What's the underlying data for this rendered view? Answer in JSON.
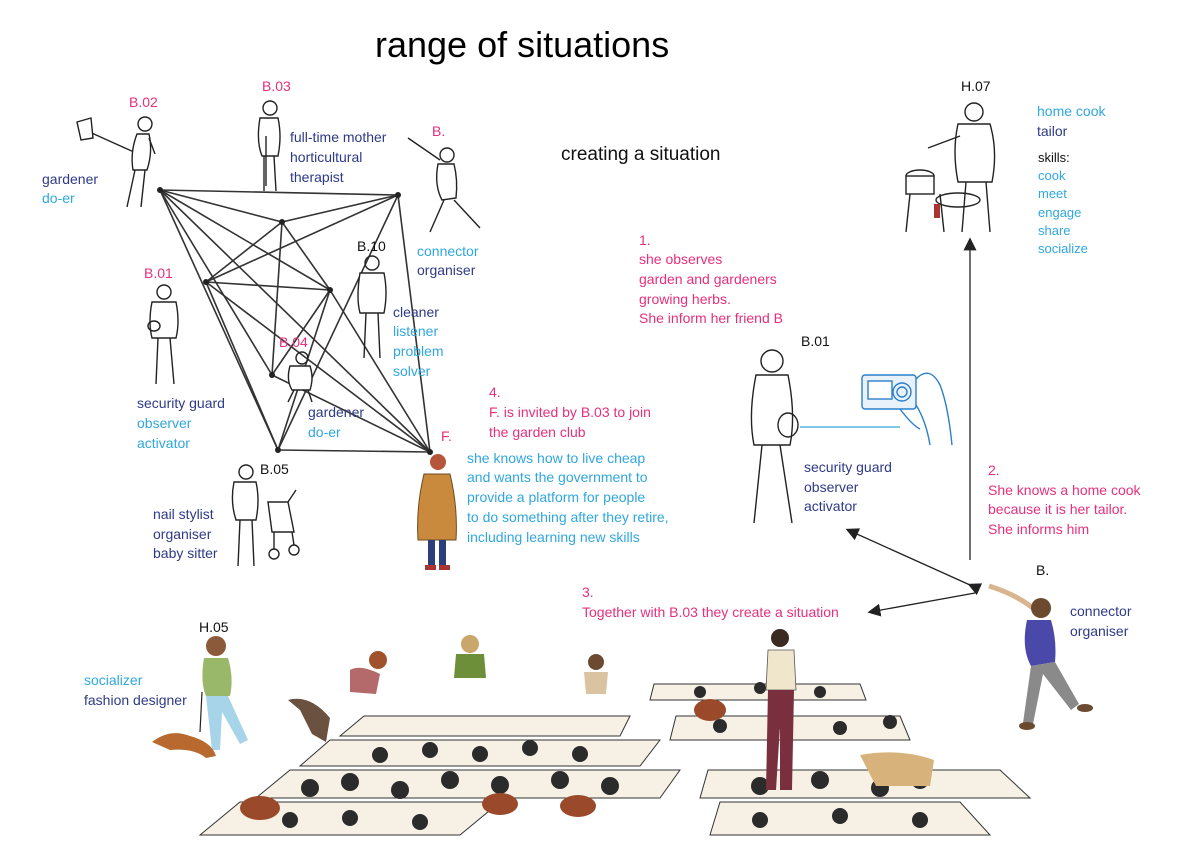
{
  "title": "range of situations",
  "subtitle": "creating a situation",
  "colors": {
    "pink": "#e5307d",
    "blue": "#30a7de",
    "navy": "#2e3a87"
  },
  "people": {
    "b02": {
      "id": "B.02",
      "roles": [
        "gardener",
        "do-er"
      ]
    },
    "b03": {
      "id": "B.03",
      "roles": [
        "full-time mother",
        "horticultural",
        "therapist"
      ]
    },
    "b": {
      "id": "B.",
      "roles": [
        "connector",
        "organiser"
      ]
    },
    "b10": {
      "id": "B.10",
      "roles": [
        "cleaner",
        "listener",
        "problem",
        "solver"
      ]
    },
    "b01": {
      "id": "B.01",
      "roles": [
        "security guard",
        "observer",
        "activator"
      ]
    },
    "b04": {
      "id": "B.04",
      "roles": [
        "gardener",
        "do-er"
      ]
    },
    "f": {
      "id": "F.",
      "description": [
        "she knows how to live cheap",
        "and wants the government to",
        "provide a platform for people",
        "to do something after they retire,",
        "including learning new skills"
      ]
    },
    "b05": {
      "id": "B.05",
      "roles": [
        "nail stylist",
        "organiser",
        "baby sitter"
      ]
    },
    "h07": {
      "id": "H.07",
      "roles": [
        "home cook",
        "tailor"
      ],
      "skills_label": "skills:",
      "skills": [
        "cook",
        "meet",
        "engage",
        "share",
        "socialize"
      ]
    },
    "b01_right": {
      "id": "B.01",
      "roles": [
        "security guard",
        "observer",
        "activator"
      ]
    },
    "b_right": {
      "id": "B.",
      "roles": [
        "connector",
        "organiser"
      ]
    },
    "h05": {
      "id": "H.05",
      "roles": [
        "socializer",
        "fashion designer"
      ]
    }
  },
  "steps": [
    {
      "number": "1.",
      "lines": [
        "she observes",
        "garden and gardeners",
        "growing herbs.",
        "She inform her friend B"
      ]
    },
    {
      "number": "2.",
      "lines": [
        "She knows a home cook",
        "because it is her tailor.",
        "She informs him"
      ]
    },
    {
      "number": "3.",
      "lines": [
        "Together with B.03 they create a situation"
      ]
    },
    {
      "number": "4.",
      "lines": [
        "F. is invited by B.03 to join",
        "the garden club"
      ]
    }
  ]
}
